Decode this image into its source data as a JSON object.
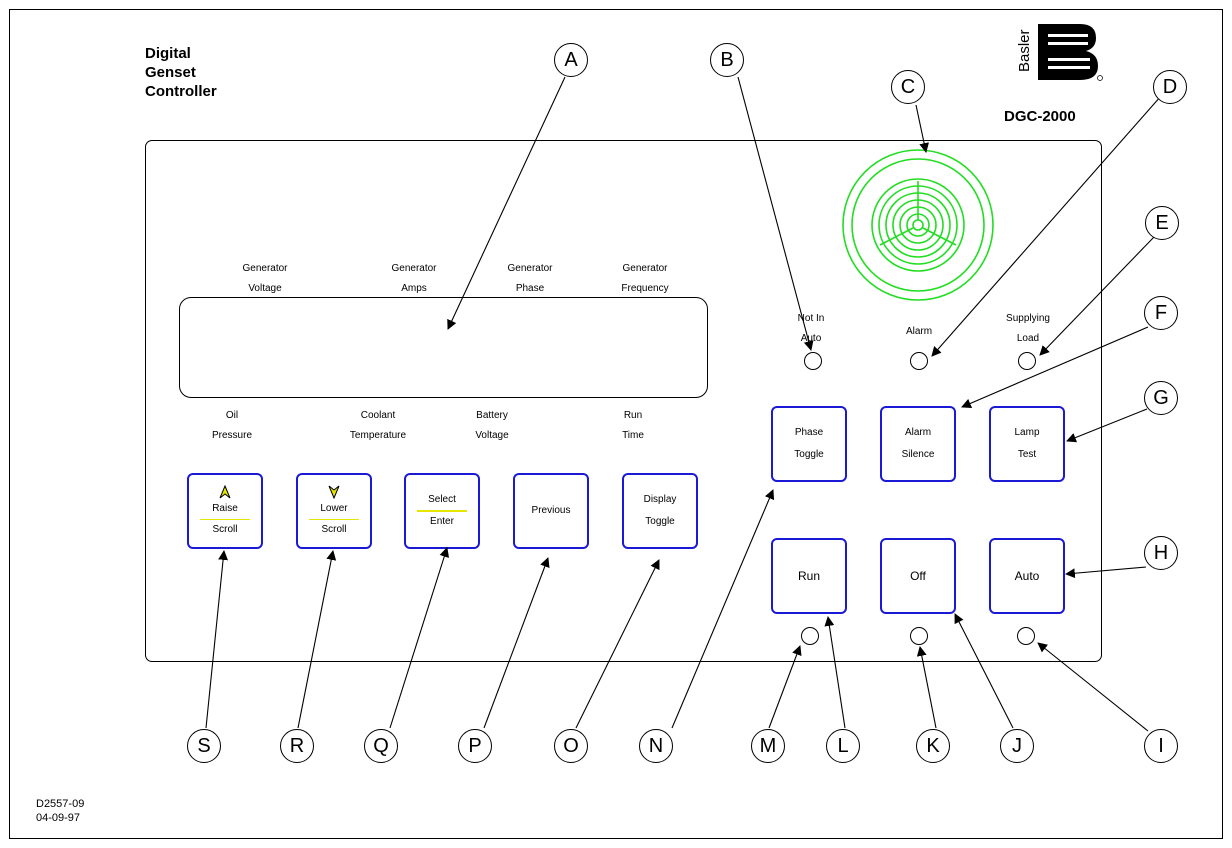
{
  "title": {
    "line1": "Digital",
    "line2": "Genset",
    "line3": "Controller"
  },
  "model": "DGC-2000",
  "brand": "Basler",
  "display_labels_top": [
    {
      "line1": "Generator",
      "line2": "Voltage"
    },
    {
      "line1": "Generator",
      "line2": "Amps"
    },
    {
      "line1": "Generator",
      "line2": "Phase"
    },
    {
      "line1": "Generator",
      "line2": "Frequency"
    }
  ],
  "display_labels_bottom": [
    {
      "line1": "Oil",
      "line2": "Pressure"
    },
    {
      "line1": "Coolant",
      "line2": "Temperature"
    },
    {
      "line1": "Battery",
      "line2": "Voltage"
    },
    {
      "line1": "Run",
      "line2": "Time"
    }
  ],
  "indicators": {
    "not_in_auto": {
      "line1": "Not In",
      "line2": "Auto"
    },
    "alarm": {
      "line1": "Alarm"
    },
    "supplying_load": {
      "line1": "Supplying",
      "line2": "Load"
    }
  },
  "buttons": {
    "raise": {
      "line1": "Raise",
      "line2": "Scroll"
    },
    "lower": {
      "line1": "Lower",
      "line2": "Scroll"
    },
    "select": {
      "line1": "Select",
      "line2": "Enter"
    },
    "previous": {
      "line1": "Previous"
    },
    "display_toggle": {
      "line1": "Display",
      "line2": "Toggle"
    },
    "phase_toggle": {
      "line1": "Phase",
      "line2": "Toggle"
    },
    "alarm_silence": {
      "line1": "Alarm",
      "line2": "Silence"
    },
    "lamp_test": {
      "line1": "Lamp",
      "line2": "Test"
    },
    "run": {
      "line1": "Run"
    },
    "off": {
      "line1": "Off"
    },
    "auto": {
      "line1": "Auto"
    }
  },
  "callouts": [
    "A",
    "B",
    "C",
    "D",
    "E",
    "F",
    "G",
    "H",
    "I",
    "J",
    "K",
    "L",
    "M",
    "N",
    "O",
    "P",
    "Q",
    "R",
    "S"
  ],
  "footer": {
    "line1": "D2557-09",
    "line2": "04-09-97"
  },
  "colors": {
    "button_border": "#1a1ad6",
    "horn": "#22dd22",
    "separator": "#e6e600",
    "arrow_fill": "#e6e600"
  }
}
